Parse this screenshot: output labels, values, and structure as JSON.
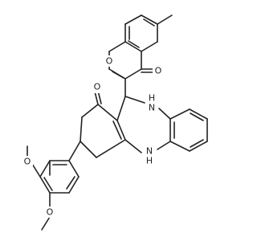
{
  "molecule": {
    "atom_labels": {
      "chromene_ring_oxygen": "O",
      "chromene_carbonyl_oxygen": "O",
      "ketone_oxygen": "O",
      "amine_nh_top": "H",
      "amine_n_top": "N",
      "amine_nh_bottom": "H",
      "amine_n_bottom": "N",
      "methoxy_oxygen_1": "O",
      "methoxy_oxygen_2": "O"
    },
    "colors": {
      "bond": "#222222",
      "label": "#222222",
      "background": "#ffffff"
    }
  }
}
